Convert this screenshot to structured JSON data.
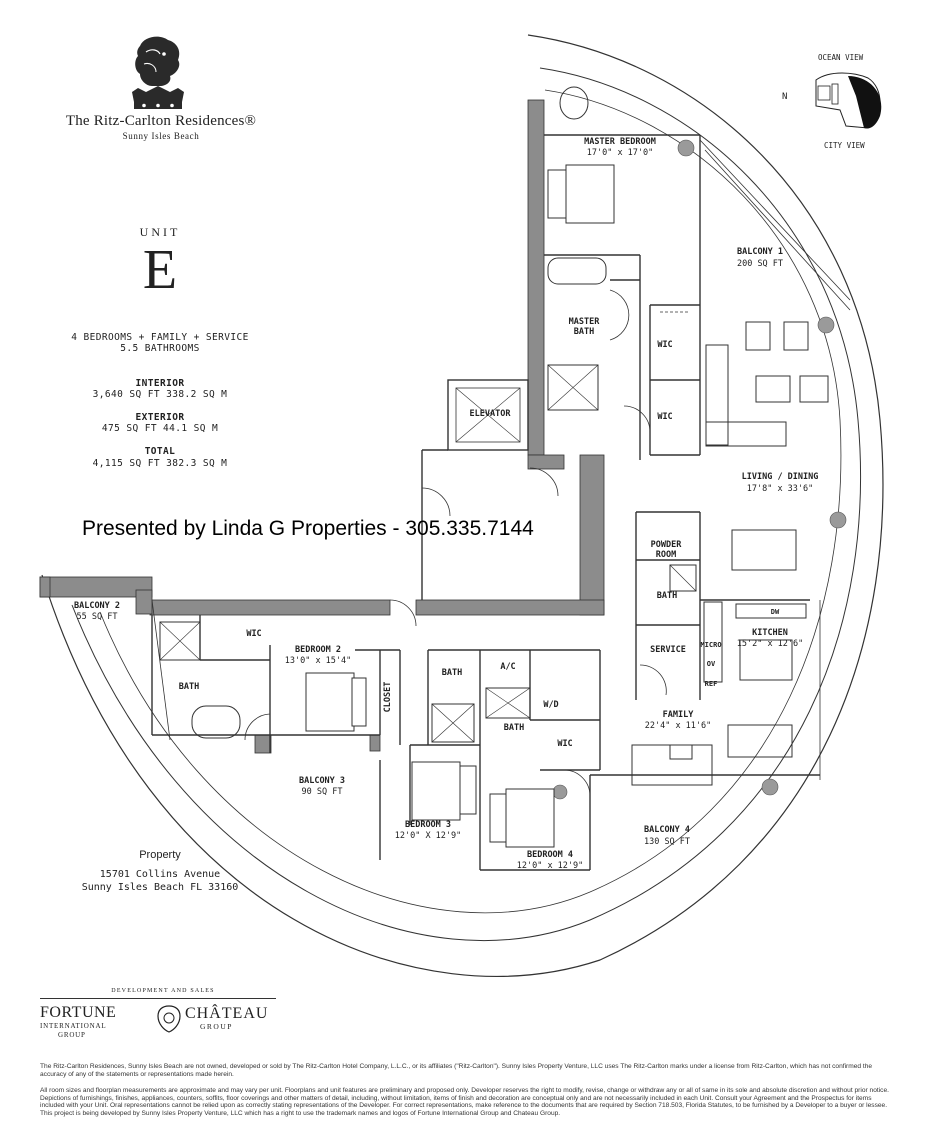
{
  "brand": {
    "name": "The Ritz-Carlton Residences®",
    "location": "Sunny Isles Beach"
  },
  "unit": {
    "label": "UNIT",
    "letter": "E",
    "bedrooms": "4 BEDROOMS + FAMILY + SERVICE",
    "bathrooms": "5.5 BATHROOMS",
    "interior_label": "INTERIOR",
    "interior_value": "3,640 SQ FT 338.2 SQ M",
    "exterior_label": "EXTERIOR",
    "exterior_value": "475 SQ FT 44.1 SQ M",
    "total_label": "TOTAL",
    "total_value": "4,115 SQ FT 382.3 SQ M"
  },
  "overlay_text": "Presented by Linda G Properties - 305.335.7144",
  "property": {
    "title": "Property",
    "address_line1": "15701 Collins Avenue",
    "address_line2": "Sunny Isles Beach FL 33160"
  },
  "key_plan": {
    "north": "N",
    "ocean_view": "OCEAN VIEW",
    "city_view": "CITY VIEW"
  },
  "rooms": {
    "master_bedroom": {
      "name": "MASTER BEDROOM",
      "dims": "17'0\" x 17'0\""
    },
    "balcony_1": {
      "name": "BALCONY 1",
      "area": "200 SQ FT"
    },
    "master_bath_1": "MASTER",
    "master_bath_2": "BATH",
    "wic": "WIC",
    "elevator": "ELEVATOR",
    "living_dining": {
      "name": "LIVING / DINING",
      "dims": "17'8\" x 33'6\""
    },
    "powder_1": "POWDER",
    "powder_2": "ROOM",
    "bath": "BATH",
    "service": "SERVICE",
    "kitchen": {
      "name": "KITCHEN",
      "dims": "15'2\" x 12'6\""
    },
    "dw": "DW",
    "micro": "MICRO",
    "ov": "OV",
    "ref": "REF",
    "family": {
      "name": "FAMILY",
      "dims": "22'4\" x 11'6\""
    },
    "balcony_2": {
      "name": "BALCONY 2",
      "area": "55 SQ FT"
    },
    "bedroom_2": {
      "name": "BEDROOM 2",
      "dims": "13'0\" x 15'4\""
    },
    "closet": "CLOSET",
    "ac": "A/C",
    "wd": "W/D",
    "balcony_3": {
      "name": "BALCONY 3",
      "area": "90 SQ FT"
    },
    "bedroom_3": {
      "name": "BEDROOM 3",
      "dims": "12'0\" X 12'9\""
    },
    "bedroom_4": {
      "name": "BEDROOM 4",
      "dims": "12'0\" x 12'9\""
    },
    "balcony_4": {
      "name": "BALCONY 4",
      "area": "130 SQ FT"
    }
  },
  "development": {
    "label": "DEVELOPMENT AND SALES",
    "fortune_name": "FORTUNE",
    "fortune_sub1": "INTERNATIONAL",
    "fortune_sub2": "GROUP",
    "chateau_name": "CHÂTEAU",
    "chateau_sub": "GROUP"
  },
  "disclaimer": {
    "p1": "The Ritz-Carlton Residences, Sunny Isles Beach are not owned, developed or sold by The Ritz-Carlton Hotel Company, L.L.C., or its affiliates (\"Ritz-Carlton\"). Sunny Isles Property Venture, LLC uses The Ritz-Carlton marks under a license from Ritz-Carlton, which has not confirmed the accuracy of any of the statements or representations made herein.",
    "p2": "All room sizes and floorplan measurements are approximate and may vary per unit. Floorplans and unit features are preliminary and proposed only. Developer reserves the right to modify, revise, change or withdraw any or all of same in its sole and absolute discretion and without prior notice. Depictions of furnishings, finishes, appliances, counters, soffits, floor coverings and other matters of detail, including, without limitation, items of finish and decoration are conceptual only and are not necessarily included in each Unit. Consult your Agreement and the Prospectus for items included with your Unit. Oral representations cannot be relied upon as correctly stating representations of the Developer. For correct representations, make reference to the documents that are required by Section 718.503, Florida Statutes, to be furnished by a Developer to a buyer or lessee. This project is being developed by Sunny Isles Property Venture, LLC which has a right to use the trademark names and logos of Fortune International Group and Chateau Group."
  },
  "colors": {
    "wall": "#8c8c8c",
    "line": "#333333",
    "column": "#9a9a9a"
  }
}
